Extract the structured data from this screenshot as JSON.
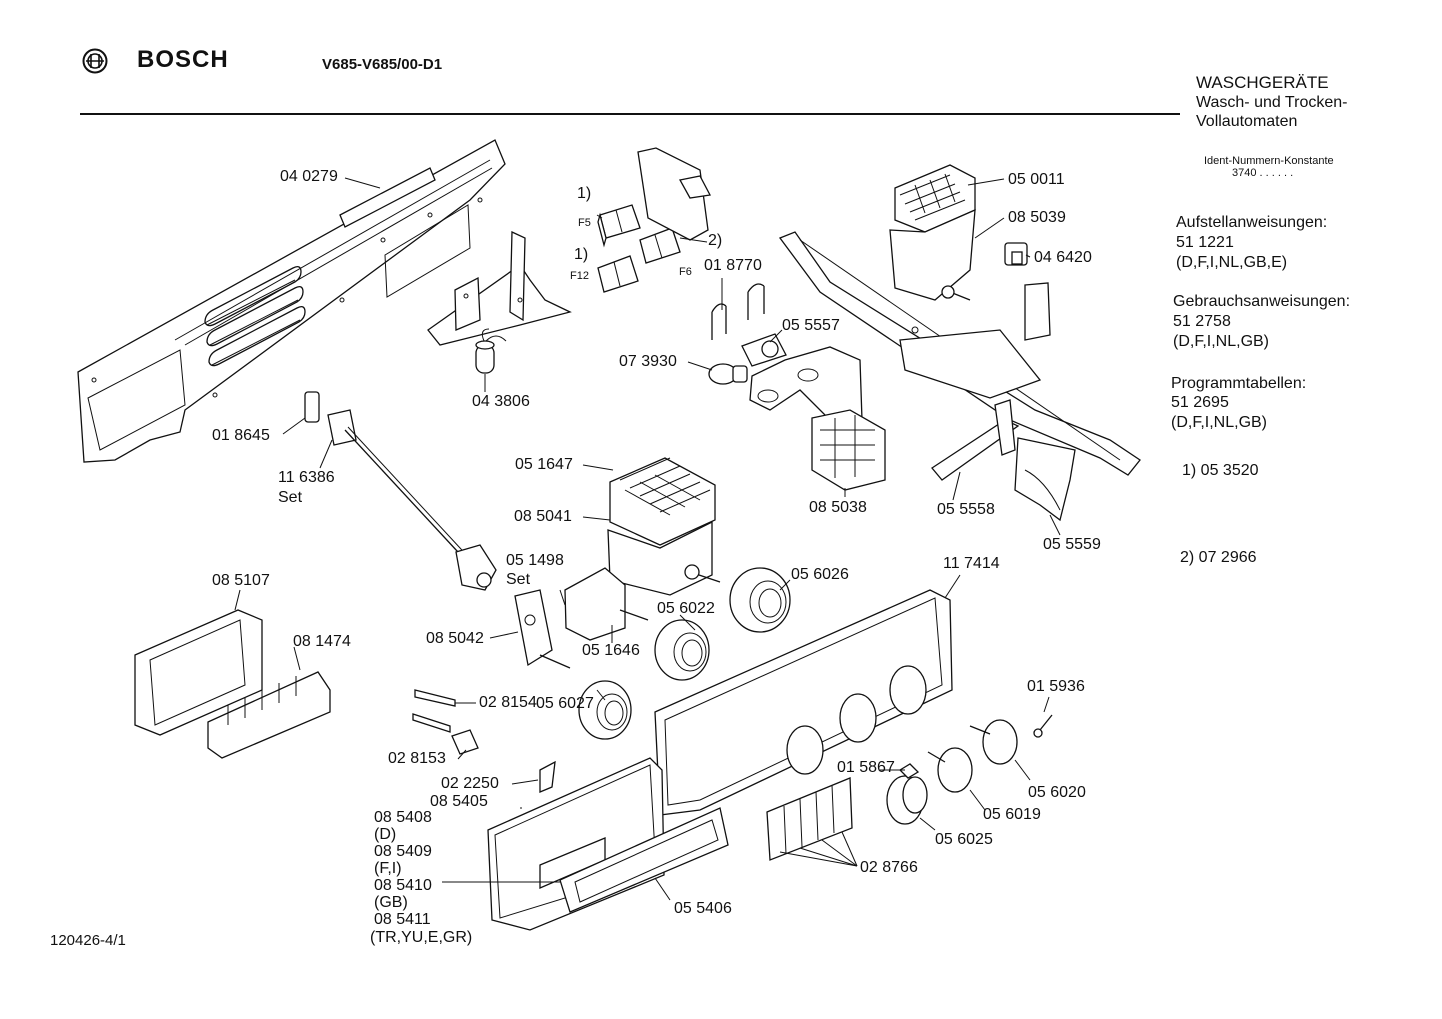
{
  "header": {
    "brand": "BOSCH",
    "model": "V685-V685/00-D1",
    "category_line1": "WASCHGERÄTE",
    "category_line2": "Wasch- und Trocken-",
    "category_line3": "Vollautomaten",
    "ident_label": "Ident-Nummern-Konstante",
    "ident_value": "3740   . .   . . . ."
  },
  "documents": {
    "aufstell_label": "Aufstellanweisungen:",
    "aufstell_number": "51 1221",
    "aufstell_langs": "(D,F,I,NL,GB,E)",
    "gebrauch_label": "Gebrauchsanweisungen:",
    "gebrauch_number": "51 2758",
    "gebrauch_langs": "(D,F,I,NL,GB)",
    "programm_label": "Programmtabellen:",
    "programm_number": "51 2695",
    "programm_langs": "(D,F,I,NL,GB)"
  },
  "notes": {
    "note1": "1) 05 3520",
    "note2": "2) 07 2966"
  },
  "footer": {
    "drawing_number": "120426-4/1"
  },
  "parts": {
    "p040279": "04 0279",
    "p050011": "05 0011",
    "p085039": "08 5039",
    "p046420": "04 6420",
    "p018770": "01 8770",
    "p055557": "05 5557",
    "p073930": "07 3930",
    "p043806": "04 3806",
    "p018645": "01 8645",
    "p116386": "11 6386",
    "set1": "Set",
    "p051647": "05 1647",
    "p085041": "08 5041",
    "p085038": "08 5038",
    "p055558": "05 5558",
    "p055559": "05 5559",
    "p051498": "05 1498",
    "set2": "Set",
    "p056026": "05 6026",
    "p117414": "11 7414",
    "p085107": "08 5107",
    "p081474": "08 1474",
    "p085042": "08 5042",
    "p056022": "05 6022",
    "p051646": "05 1646",
    "p028154": "02 8154",
    "p056027": "05 6027",
    "p028153": "02 8153",
    "p022250": "02 2250",
    "p085405": "08 5405",
    "p085408": "08 5408",
    "v_d": "(D)",
    "p085409": "08 5409",
    "v_fi": "(F,I)",
    "p085410": "08 5410",
    "v_gb": "(GB)",
    "p085411": "08 5411",
    "v_tr": "(TR,YU,E,GR)",
    "p055406": "05 5406",
    "p015867": "01 5867",
    "p015936": "01 5936",
    "p056020": "05 6020",
    "p056019": "05 6019",
    "p056025": "05 6025",
    "p028766": "02 8766",
    "f5": "F5",
    "f6": "F6",
    "f12": "F12",
    "ref1a": "1)",
    "ref1b": "1)",
    "ref2": "2)"
  }
}
